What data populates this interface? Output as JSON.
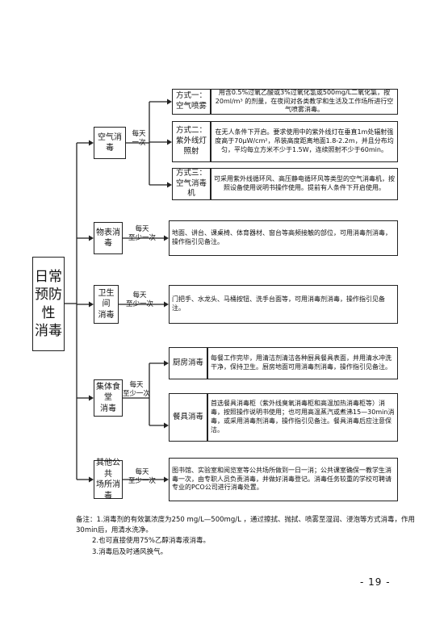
{
  "root": {
    "label": "日常\n预防性\n消毒"
  },
  "freq": {
    "air": "每天\n一次",
    "object": "每天\n至少一次",
    "toilet": "每天\n至少一次",
    "canteen": "每天\n至少一次",
    "public": "每天\n至少一次"
  },
  "categories": {
    "air": "空气消毒",
    "object": "物表消毒",
    "toilet": "卫生间\n消毒",
    "canteen": "集体食堂\n消毒",
    "public": "其他公共\n场所消毒"
  },
  "air_methods": [
    {
      "label": "方式一：\n空气喷雾",
      "desc": "用含0.5%过氧乙酸或3%过氧化氢或500mg/L二氧化氯，按20ml/m³ 的剂量，在夜间对各类教学和生活及工作场所进行空气喷雾消毒。"
    },
    {
      "label": "方式二：\n紫外线灯照射",
      "desc": "在无人条件下开启。要求使用中的紫外线灯在垂直1m处辐射强度高于70μW/cm²，吊装高度距离地面1.8-2.2m，并且分布均匀，平均每立方米不少于1.5W，连续照射不少于60min。"
    },
    {
      "label": "方式三：\n空气消毒机",
      "desc": "可采用紫外线循环风、高压静电循环风等类型的空气消毒机，按照设备使用说明书操作使用。提前有人条件下开启使用。"
    }
  ],
  "object_desc": "地面、讲台、课桌椅、体育器材、窗台等高频接触的部位，可用消毒剂消毒，操作指引见备注。",
  "toilet_desc": "门把手、水龙头、马桶按钮、洗手台面等，可用消毒剂消毒，操作指引见备注。",
  "canteen_subs": [
    {
      "label": "厨房消毒",
      "desc": "每餐工作完毕，用清洁剂清洁各种厨具餐具表面，并用清水冲洗干净，保持卫生。厨房地面可用消毒剂消毒，操作指引见备注。"
    },
    {
      "label": "餐具消毒",
      "desc": "首选餐具消毒柜（紫外线臭氧消毒柜和高温加热消毒柜等）消毒，按照操作说明书使用；也可用高温蒸汽或煮沸15—30min消毒，或采用消毒剂消毒，操作指引见备注。餐具消毒后应注意保洁。"
    }
  ],
  "public_desc": "图书馆、实验室和阅览室等公共场所做到一日一消；公共课室确保一教学生消毒一次，由专职人员负责消毒，并做好消毒登记。消毒任务较重的学校可聘请专业的PCO公司进行消毒处置。",
  "notes": [
    "备注：1.消毒剂的有效氯浓度为250 mg/L—500mg/L ，通过擦拭、抛拭、喷雾至湿润、浸泡等方式消毒，作用30min后，用清水洗净。",
    "2.也可直接使用75%乙醇消毒液消毒。",
    "3.消毒后及时通风换气。"
  ],
  "page_number": "- 19 -"
}
